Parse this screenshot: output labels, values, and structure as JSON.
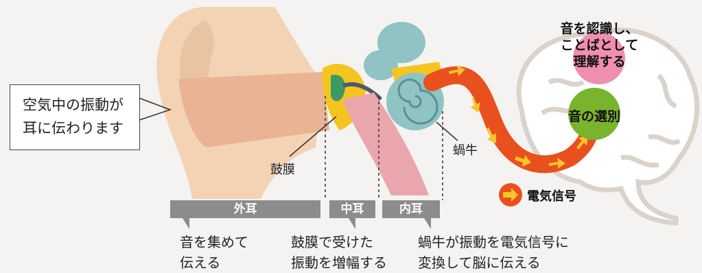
{
  "callout": {
    "line1": "空気中の振動が",
    "line2": "耳に伝わります"
  },
  "labels": {
    "eardrum": "鼓膜",
    "cochlea": "蝸牛"
  },
  "brain": {
    "recognize_line1": "音を認識し、",
    "recognize_line2": "ことばとして",
    "recognize_line3": "理解する",
    "select": "音の選別"
  },
  "legend": {
    "signal": "電気信号"
  },
  "segments": {
    "outer": "外耳",
    "middle": "中耳",
    "inner": "内耳"
  },
  "descriptions": {
    "outer_line1": "音を集めて",
    "outer_line2": "伝える",
    "middle_line1": "鼓膜で受けた",
    "middle_line2": "振動を増幅する",
    "inner_line1": "蝸牛が振動を電気信号に",
    "inner_line2": "変換して脳に伝える"
  },
  "colors": {
    "skin": "#f3d3b4",
    "canal": "#e9b394",
    "cochlea": "#8fc3c4",
    "signal": "#e8501e",
    "arrow": "#f7c42a",
    "select_circle": "#7ab32e",
    "recognize_circle": "#ef8fb0",
    "segment_bar": "#8c8c8c"
  }
}
